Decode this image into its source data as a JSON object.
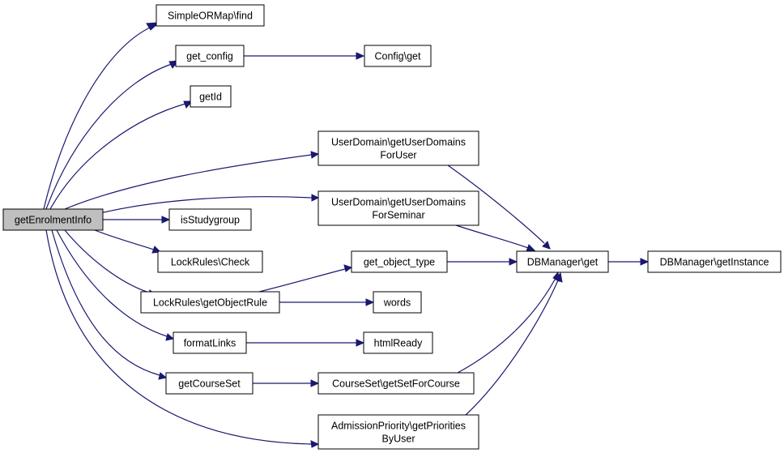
{
  "graph": {
    "edge_color": "#191970",
    "root_fill": "#bfbfbf",
    "nodes": {
      "root": [
        "getEnrolmentInfo"
      ],
      "find": [
        "SimpleORMap\\find"
      ],
      "get_config": [
        "get_config"
      ],
      "config_get": [
        "Config\\get"
      ],
      "getId": [
        "getId"
      ],
      "ud_user": [
        "UserDomain\\getUserDomains",
        "ForUser"
      ],
      "ud_seminar": [
        "UserDomain\\getUserDomains",
        "ForSeminar"
      ],
      "isStudygroup": [
        "isStudygroup"
      ],
      "lr_check": [
        "LockRules\\Check"
      ],
      "get_object_type": [
        "get_object_type"
      ],
      "dbm_get": [
        "DBManager\\get"
      ],
      "dbm_instance": [
        "DBManager\\getInstance"
      ],
      "lr_objrule": [
        "LockRules\\getObjectRule"
      ],
      "words": [
        "words"
      ],
      "formatLinks": [
        "formatLinks"
      ],
      "htmlReady": [
        "htmlReady"
      ],
      "getCourseSet": [
        "getCourseSet"
      ],
      "cs_forcourse": [
        "CourseSet\\getSetForCourse"
      ],
      "ap_priorities": [
        "AdmissionPriority\\getPriorities",
        "ByUser"
      ]
    }
  }
}
